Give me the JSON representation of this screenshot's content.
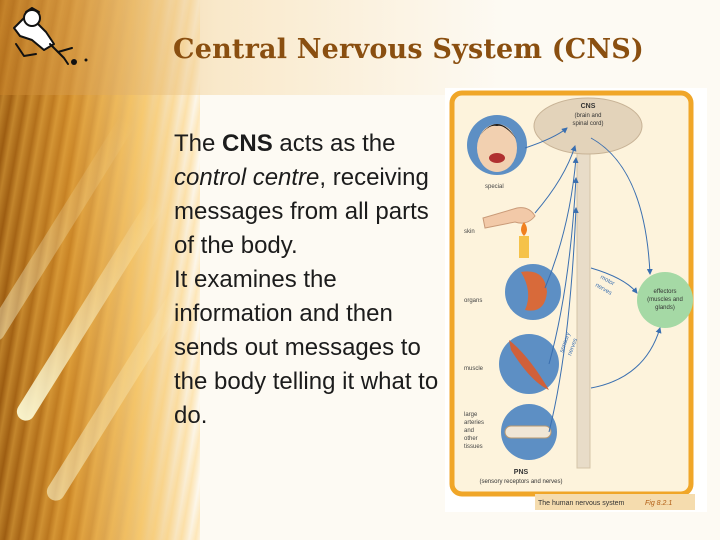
{
  "slide": {
    "title": "Central Nervous System (CNS)",
    "paragraph1": {
      "pre": "The ",
      "bold": "CNS",
      "mid": " acts as the ",
      "italic": "control centre",
      "post": ", receiving messages from all parts of the body."
    },
    "paragraph2": "It examines the information and then sends out messages to the body telling it what to do."
  },
  "figure": {
    "cns_label": "CNS",
    "cns_sub1": "(brain and",
    "cns_sub2": "spinal cord)",
    "receptors": {
      "special": "special",
      "skin": "skin",
      "organs": "organs",
      "muscle": "muscle",
      "arteries": [
        "large",
        "arteries",
        "and",
        "other",
        "tissues"
      ]
    },
    "motor_nerves": [
      "motor",
      "nerves"
    ],
    "sensory_nerves": [
      "sensory",
      "nerves"
    ],
    "effectors": [
      "effectors",
      "(muscles and",
      "glands)"
    ],
    "pns_label": "PNS",
    "pns_sub": "(sensory receptors and nerves)",
    "caption": "The human nervous system",
    "fig_number": "Fig 8.2.1",
    "colors": {
      "frame": "#f0a628",
      "panel": "#fdf3dc",
      "nerve": "#e8dcc8",
      "receptor_circle": "#5d8fc4",
      "effector": "#a5d9a5",
      "arrow": "#3a6fb0",
      "footer": "#f5dcae"
    }
  }
}
